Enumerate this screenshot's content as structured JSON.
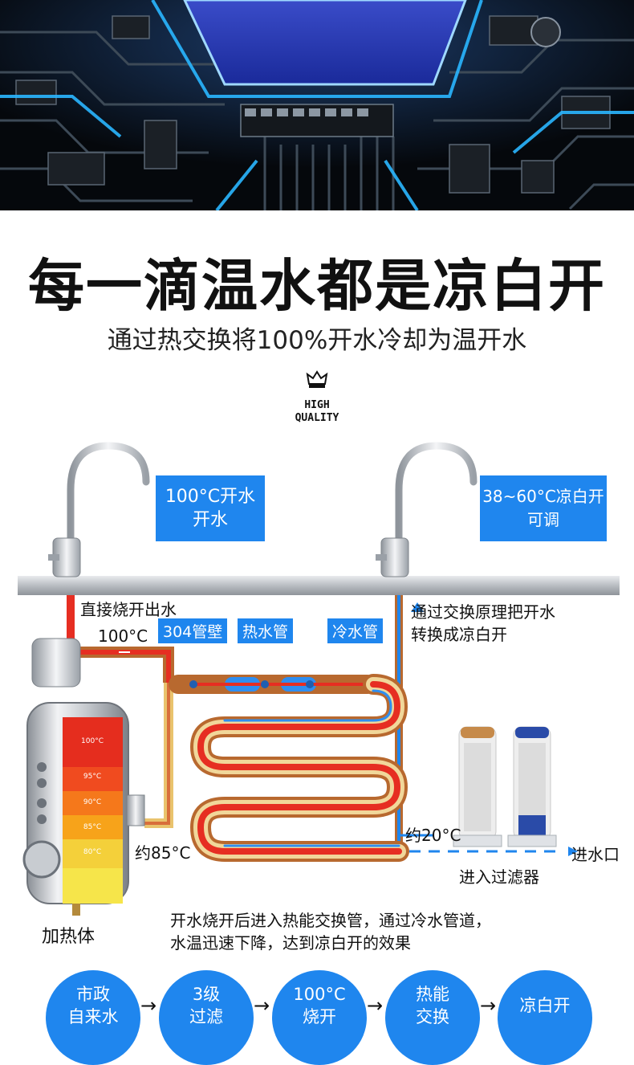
{
  "headline": "每一滴温水都是凉白开",
  "subheadline": "通过热交换将100%开水冷却为温开水",
  "badge": {
    "line1": "HIGH",
    "line2": "QUALITY",
    "icon": "crown-icon"
  },
  "faucet_left_box": {
    "line1": "100°C开水",
    "line2": "开水"
  },
  "faucet_right_box": {
    "line1": "38~60°C凉白开",
    "line2": "可调"
  },
  "labels": {
    "direct_boil": "直接烧开出水",
    "temp_100": "100°C",
    "pipe_304": "304管壁",
    "hot_pipe": "热水管",
    "cold_pipe": "冷水管",
    "exchange_line1": "通过交换原理把开水",
    "exchange_line2": "转换成凉白开",
    "temp_85": "约85°C",
    "temp_20": "约20°C",
    "water_inlet": "进水口",
    "enter_filter": "进入过滤器",
    "heater": "加热体",
    "desc_line1": "开水烧开后进入热能交换管，通过冷水管道，",
    "desc_line2": "水温迅速下降，达到凉白开的效果"
  },
  "gauge_levels": [
    "100°C",
    "95°C",
    "90°C",
    "85°C",
    "80°C"
  ],
  "flow_steps": [
    {
      "line1": "市政",
      "line2": "自来水"
    },
    {
      "line1": "3级",
      "line2": "过滤"
    },
    {
      "line1": "100°C",
      "line2": "烧开"
    },
    {
      "line1": "热能",
      "line2": "交换"
    },
    {
      "line1": "凉白开",
      "line2": ""
    }
  ],
  "flow_arrow": "→",
  "colors": {
    "accent_blue": "#1f86ee",
    "hot_red": "#e62e22",
    "copper": "#b8692f",
    "pipe_gray": "#c9ccd0"
  }
}
